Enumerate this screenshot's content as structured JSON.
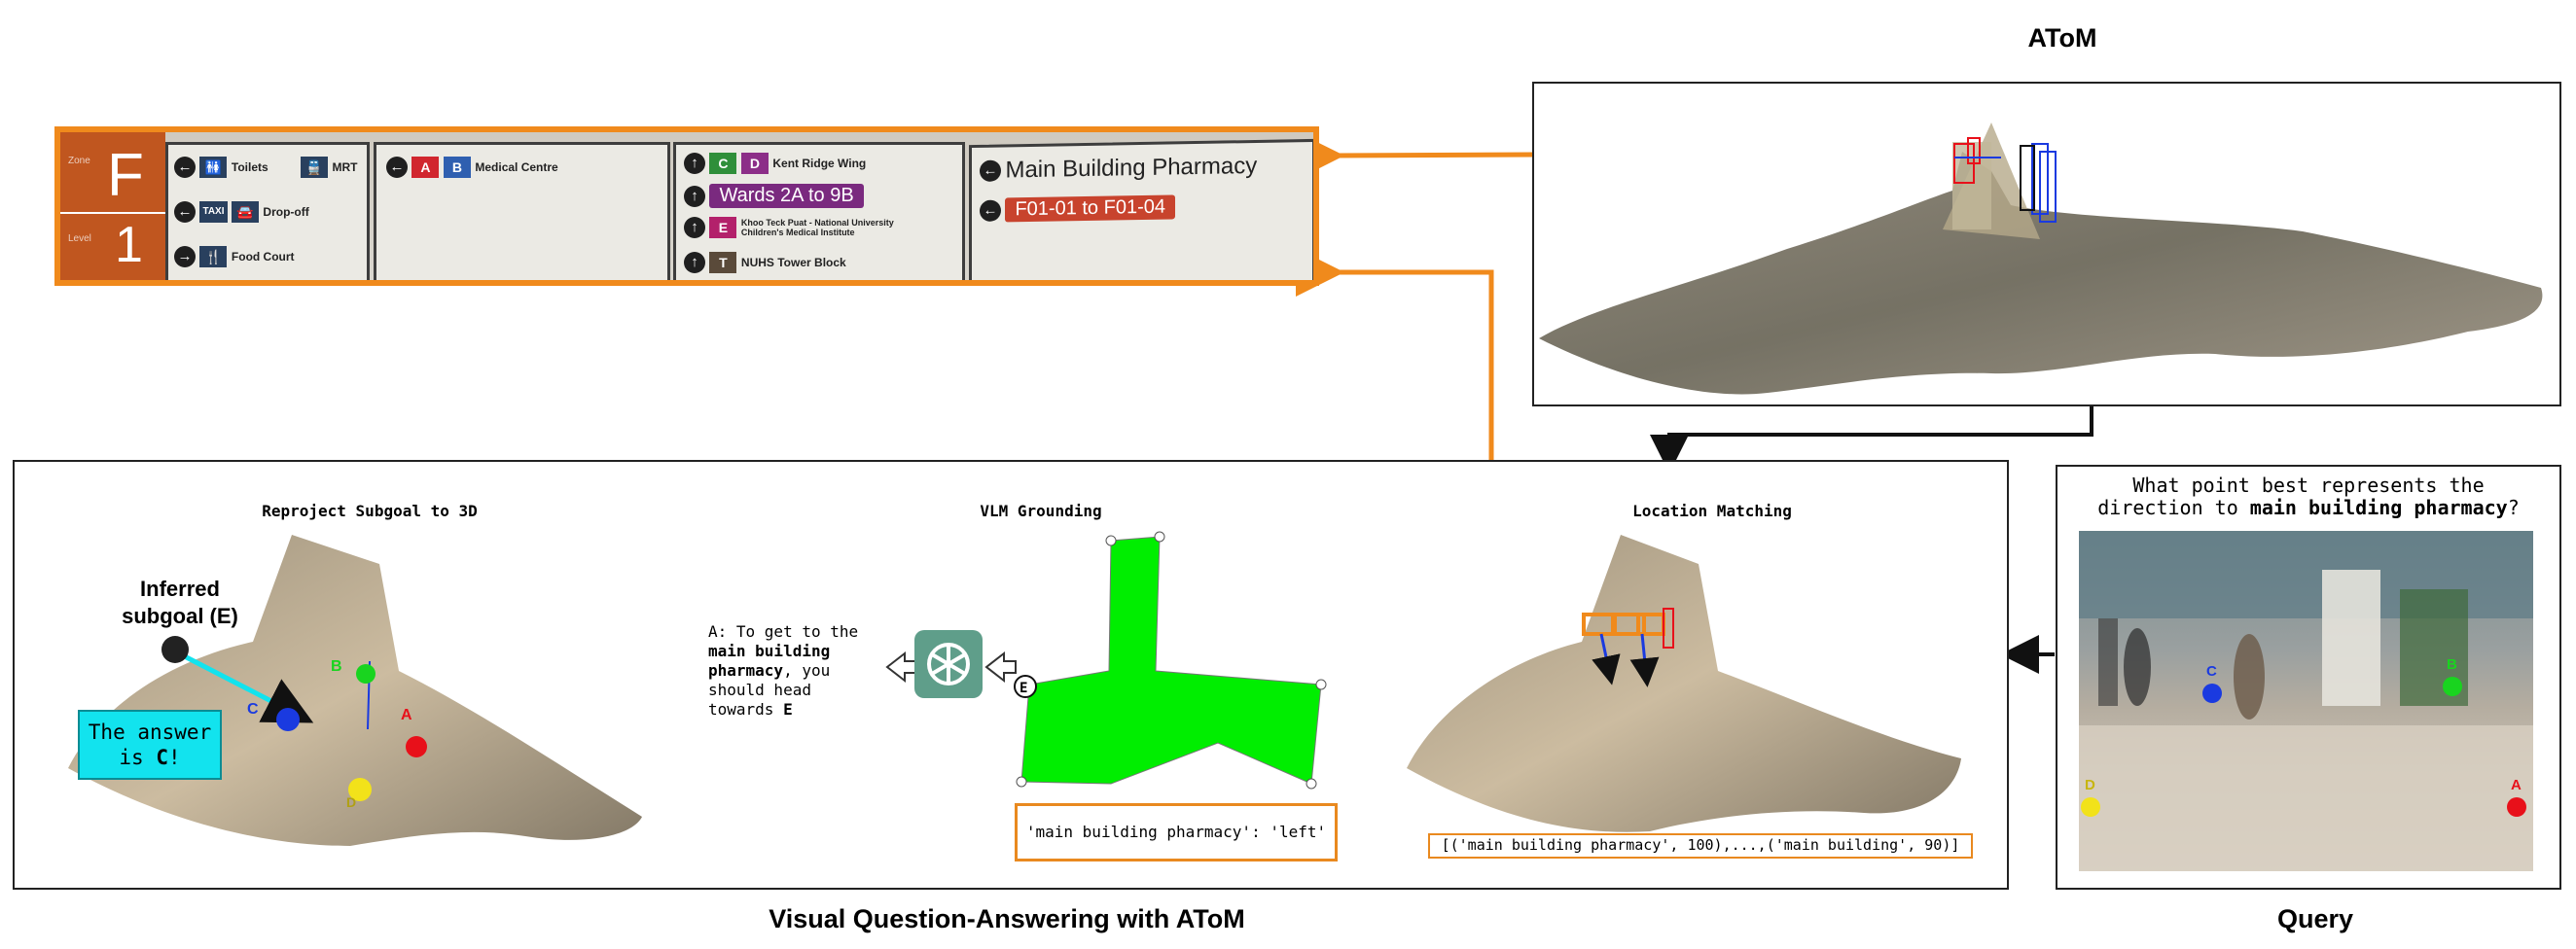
{
  "titles": {
    "atom": "AToM",
    "vqa": "Visual Question-Answering with AToM",
    "query": "Query"
  },
  "subpanels": {
    "reproject": "Reproject Subgoal to 3D",
    "vlm": "VLM Grounding",
    "location": "Location Matching"
  },
  "reproject": {
    "inferred_line1": "Inferred",
    "inferred_line2": "subgoal (E)",
    "answer_line1": "The answer",
    "answer_line2_prefix": "is ",
    "answer_letter": "C",
    "answer_suffix": "!",
    "point_labels": [
      "A",
      "B",
      "C",
      "D"
    ]
  },
  "vlm": {
    "answer_prefix": "A: To get to the ",
    "answer_bold": "main building pharmacy",
    "answer_mid": ", you should head towards ",
    "answer_end": "E",
    "output": "'main building pharmacy': 'left'",
    "node_label": "E"
  },
  "location": {
    "output": "[('main building pharmacy', 100),...,('main building', 90)]"
  },
  "query": {
    "question_line1": "What point best represents the",
    "question_prefix": "direction to ",
    "question_bold": "main building pharmacy",
    "question_suffix": "?",
    "point_labels": [
      "A",
      "B",
      "C",
      "D"
    ]
  },
  "sign": {
    "level_letter": "F",
    "level_number": "1",
    "zone_label": "Zone",
    "level_label": "Level",
    "panel1": [
      "Toilets",
      "MRT",
      "TAXI",
      "Drop-off",
      "Food Court"
    ],
    "panel2_chips": [
      "A",
      "B"
    ],
    "panel2_text": "Medical Centre",
    "panel3": {
      "row1_chips": [
        "C",
        "D"
      ],
      "row1_text": "Kent Ridge Wing",
      "row2_text": "Wards 2A to 9B",
      "row3_chip": "E",
      "row3_text_line1": "Khoo Teck Puat - National University",
      "row3_text_line2": "Children's Medical Institute",
      "row4_chip": "T",
      "row4_text": "NUHS Tower Block"
    },
    "panel4": {
      "title": "Main Building Pharmacy",
      "sub": "F01-01 to F01-04"
    }
  },
  "colors": {
    "orange": "#f08a1c",
    "green_polygon": "#00ee00",
    "cyan": "#12e3ee",
    "point_A": "#e8101a",
    "point_B": "#19d41f",
    "point_C": "#1a3ae0",
    "point_D": "#f2e21a",
    "openai_bg": "#5f9e8a"
  },
  "icons": [
    "openai-logo-icon",
    "arrow-left-icon",
    "toilet-icon",
    "train-icon",
    "taxi-icon",
    "car-icon",
    "cutlery-icon"
  ]
}
